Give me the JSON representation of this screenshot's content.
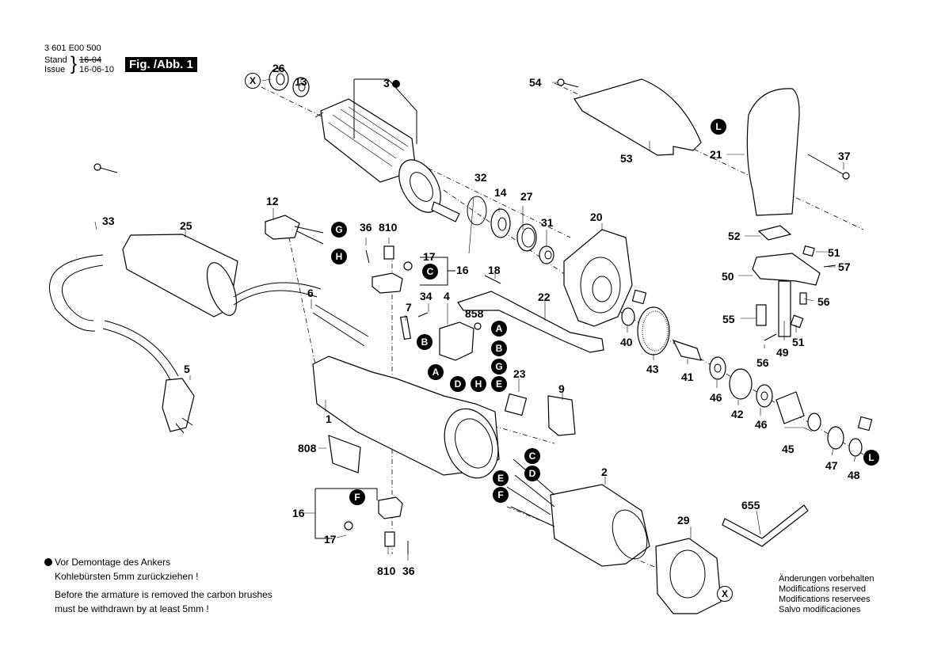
{
  "header": {
    "part_number": "3 601 E00 500",
    "stand_label": "Stand",
    "stand_value": "16-04",
    "issue_label": "Issue",
    "issue_value": "16-06-10",
    "figure": "Fig. /Abb. 1"
  },
  "notes": {
    "de_line1": "Vor Demontage des Ankers",
    "de_line2": "Kohlebürsten 5mm zurückziehen !",
    "en_line1": "Before the armature is removed the carbon brushes",
    "en_line2": "must be withdrawn by at least 5mm !"
  },
  "disclaimer": {
    "de": "Änderungen vorbehalten",
    "en": "Modifications reserved",
    "fr": "Modifications reservees",
    "es": "Salvo modificaciones"
  },
  "parts": {
    "p26": "26",
    "p13": "13",
    "p3": "3",
    "p54": "54",
    "p53": "53",
    "p21": "21",
    "p37": "37",
    "p33": "33",
    "p25": "25",
    "p12": "12",
    "p36a": "36",
    "p810a": "810",
    "p17a": "17",
    "p16a": "16",
    "p32": "32",
    "p14": "14",
    "p27": "27",
    "p31": "31",
    "p20": "20",
    "p18": "18",
    "p22": "22",
    "p6": "6",
    "p7": "7",
    "p34": "34",
    "p4": "4",
    "p858": "858",
    "p5": "5",
    "p1": "1",
    "p23": "23",
    "p9": "9",
    "p808": "808",
    "p16b": "16",
    "p17b": "17",
    "p810b": "810",
    "p36b": "36",
    "p2": "2",
    "p29": "29",
    "p655": "655",
    "p52": "52",
    "p51a": "51",
    "p57": "57",
    "p50": "50",
    "p56a": "56",
    "p55": "55",
    "p51b": "51",
    "p49": "49",
    "p56b": "56",
    "p40": "40",
    "p43": "43",
    "p41": "41",
    "p46a": "46",
    "p42": "42",
    "p46b": "46",
    "p45": "45",
    "p47": "47",
    "p48": "48"
  },
  "connectors": {
    "A1": "A",
    "A2": "A",
    "B1": "B",
    "B2": "B",
    "C1": "C",
    "C2": "C",
    "D1": "D",
    "D2": "D",
    "E1": "E",
    "E2": "E",
    "F1": "F",
    "G1": "G",
    "G2": "G",
    "H1": "H",
    "H2": "H",
    "L1": "L",
    "L2": "L"
  },
  "x_marker": "X"
}
